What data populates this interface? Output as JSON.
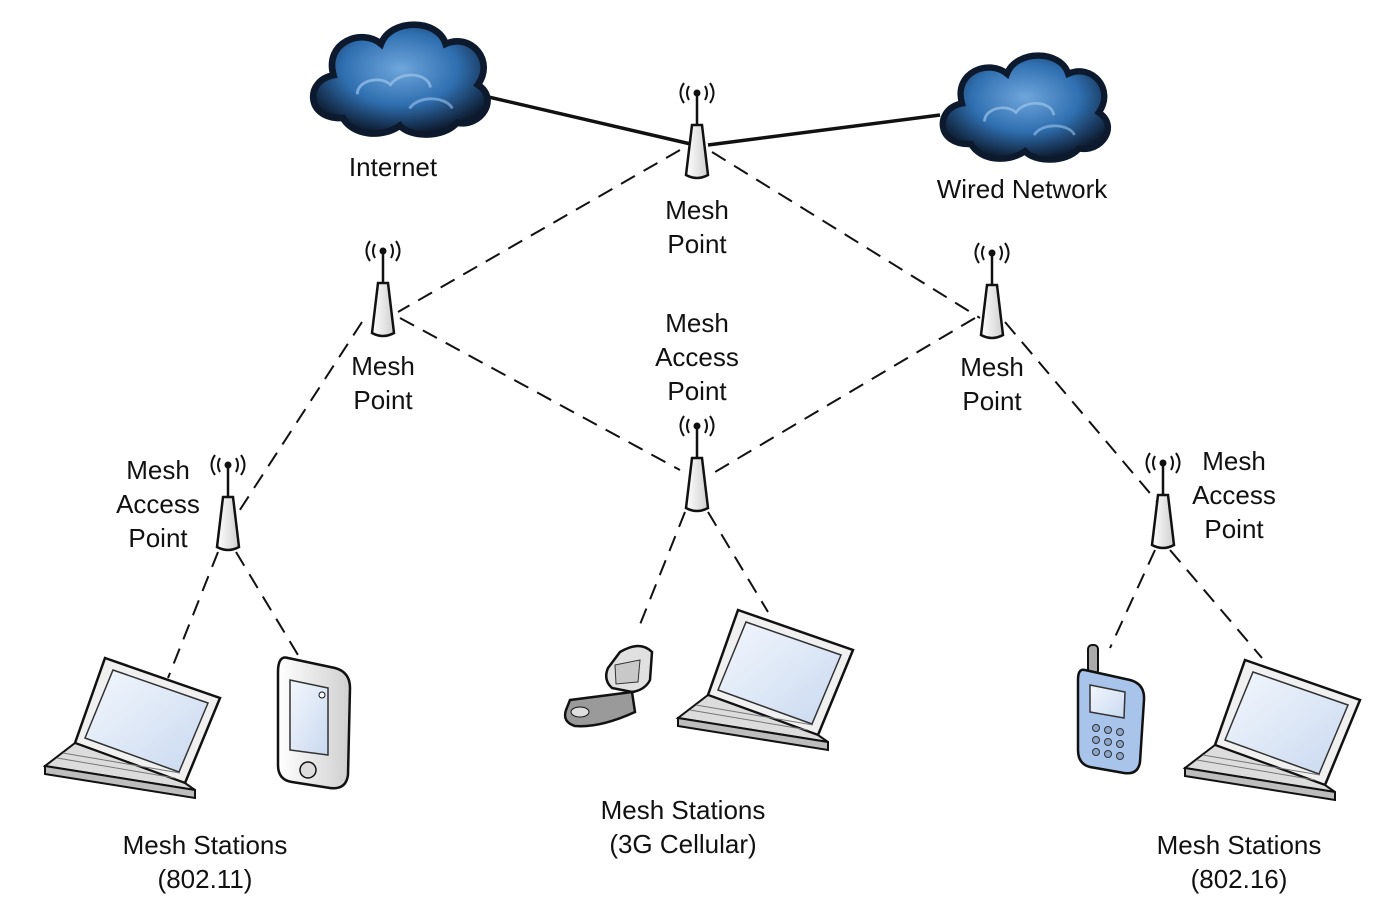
{
  "labels": {
    "internet": "Internet",
    "wired_network": "Wired Network",
    "mesh_point_top": [
      "Mesh",
      "Point"
    ],
    "mesh_point_left": [
      "Mesh",
      "Point"
    ],
    "mesh_point_right": [
      "Mesh",
      "Point"
    ],
    "map_center": [
      "Mesh",
      "Access",
      "Point"
    ],
    "map_left": [
      "Mesh",
      "Access",
      "Point"
    ],
    "map_right": [
      "Mesh",
      "Access",
      "Point"
    ],
    "stations_left": [
      "Mesh Stations",
      "(802.11)"
    ],
    "stations_center": [
      "Mesh Stations",
      "(3G Cellular)"
    ],
    "stations_right": [
      "Mesh Stations",
      "(802.16)"
    ]
  },
  "colors": {
    "cloud_dark": "#0d1a2e",
    "cloud_mid": "#2f6fb0",
    "cloud_light": "#6fa6dc",
    "screen": "#dde8f7",
    "phone_blue": "#a9c4ea",
    "line": "#111111"
  },
  "icons": [
    "cloud-icon",
    "antenna-icon",
    "laptop-icon",
    "pda-icon",
    "flip-phone-icon",
    "cell-phone-icon"
  ]
}
